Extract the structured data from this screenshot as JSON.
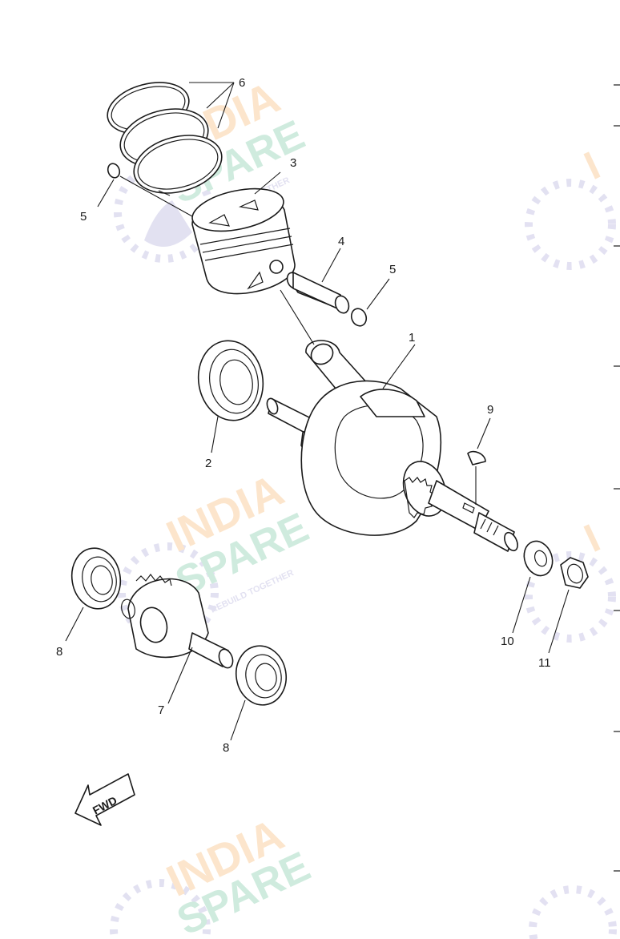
{
  "diagram": {
    "callouts": [
      "1",
      "2",
      "3",
      "4",
      "5",
      "5",
      "6",
      "7",
      "8",
      "8",
      "9",
      "10",
      "11"
    ],
    "direction_arrow": {
      "label": "FWD",
      "icon": "fwd-arrow-icon"
    }
  },
  "watermark": {
    "line1": "INDIA",
    "line2": "SPARE",
    "tagline": "REBUILD TOGETHER",
    "colors": {
      "india": "#f7a64a",
      "spare": "#57b98a",
      "logo": "#9b95cf"
    }
  }
}
